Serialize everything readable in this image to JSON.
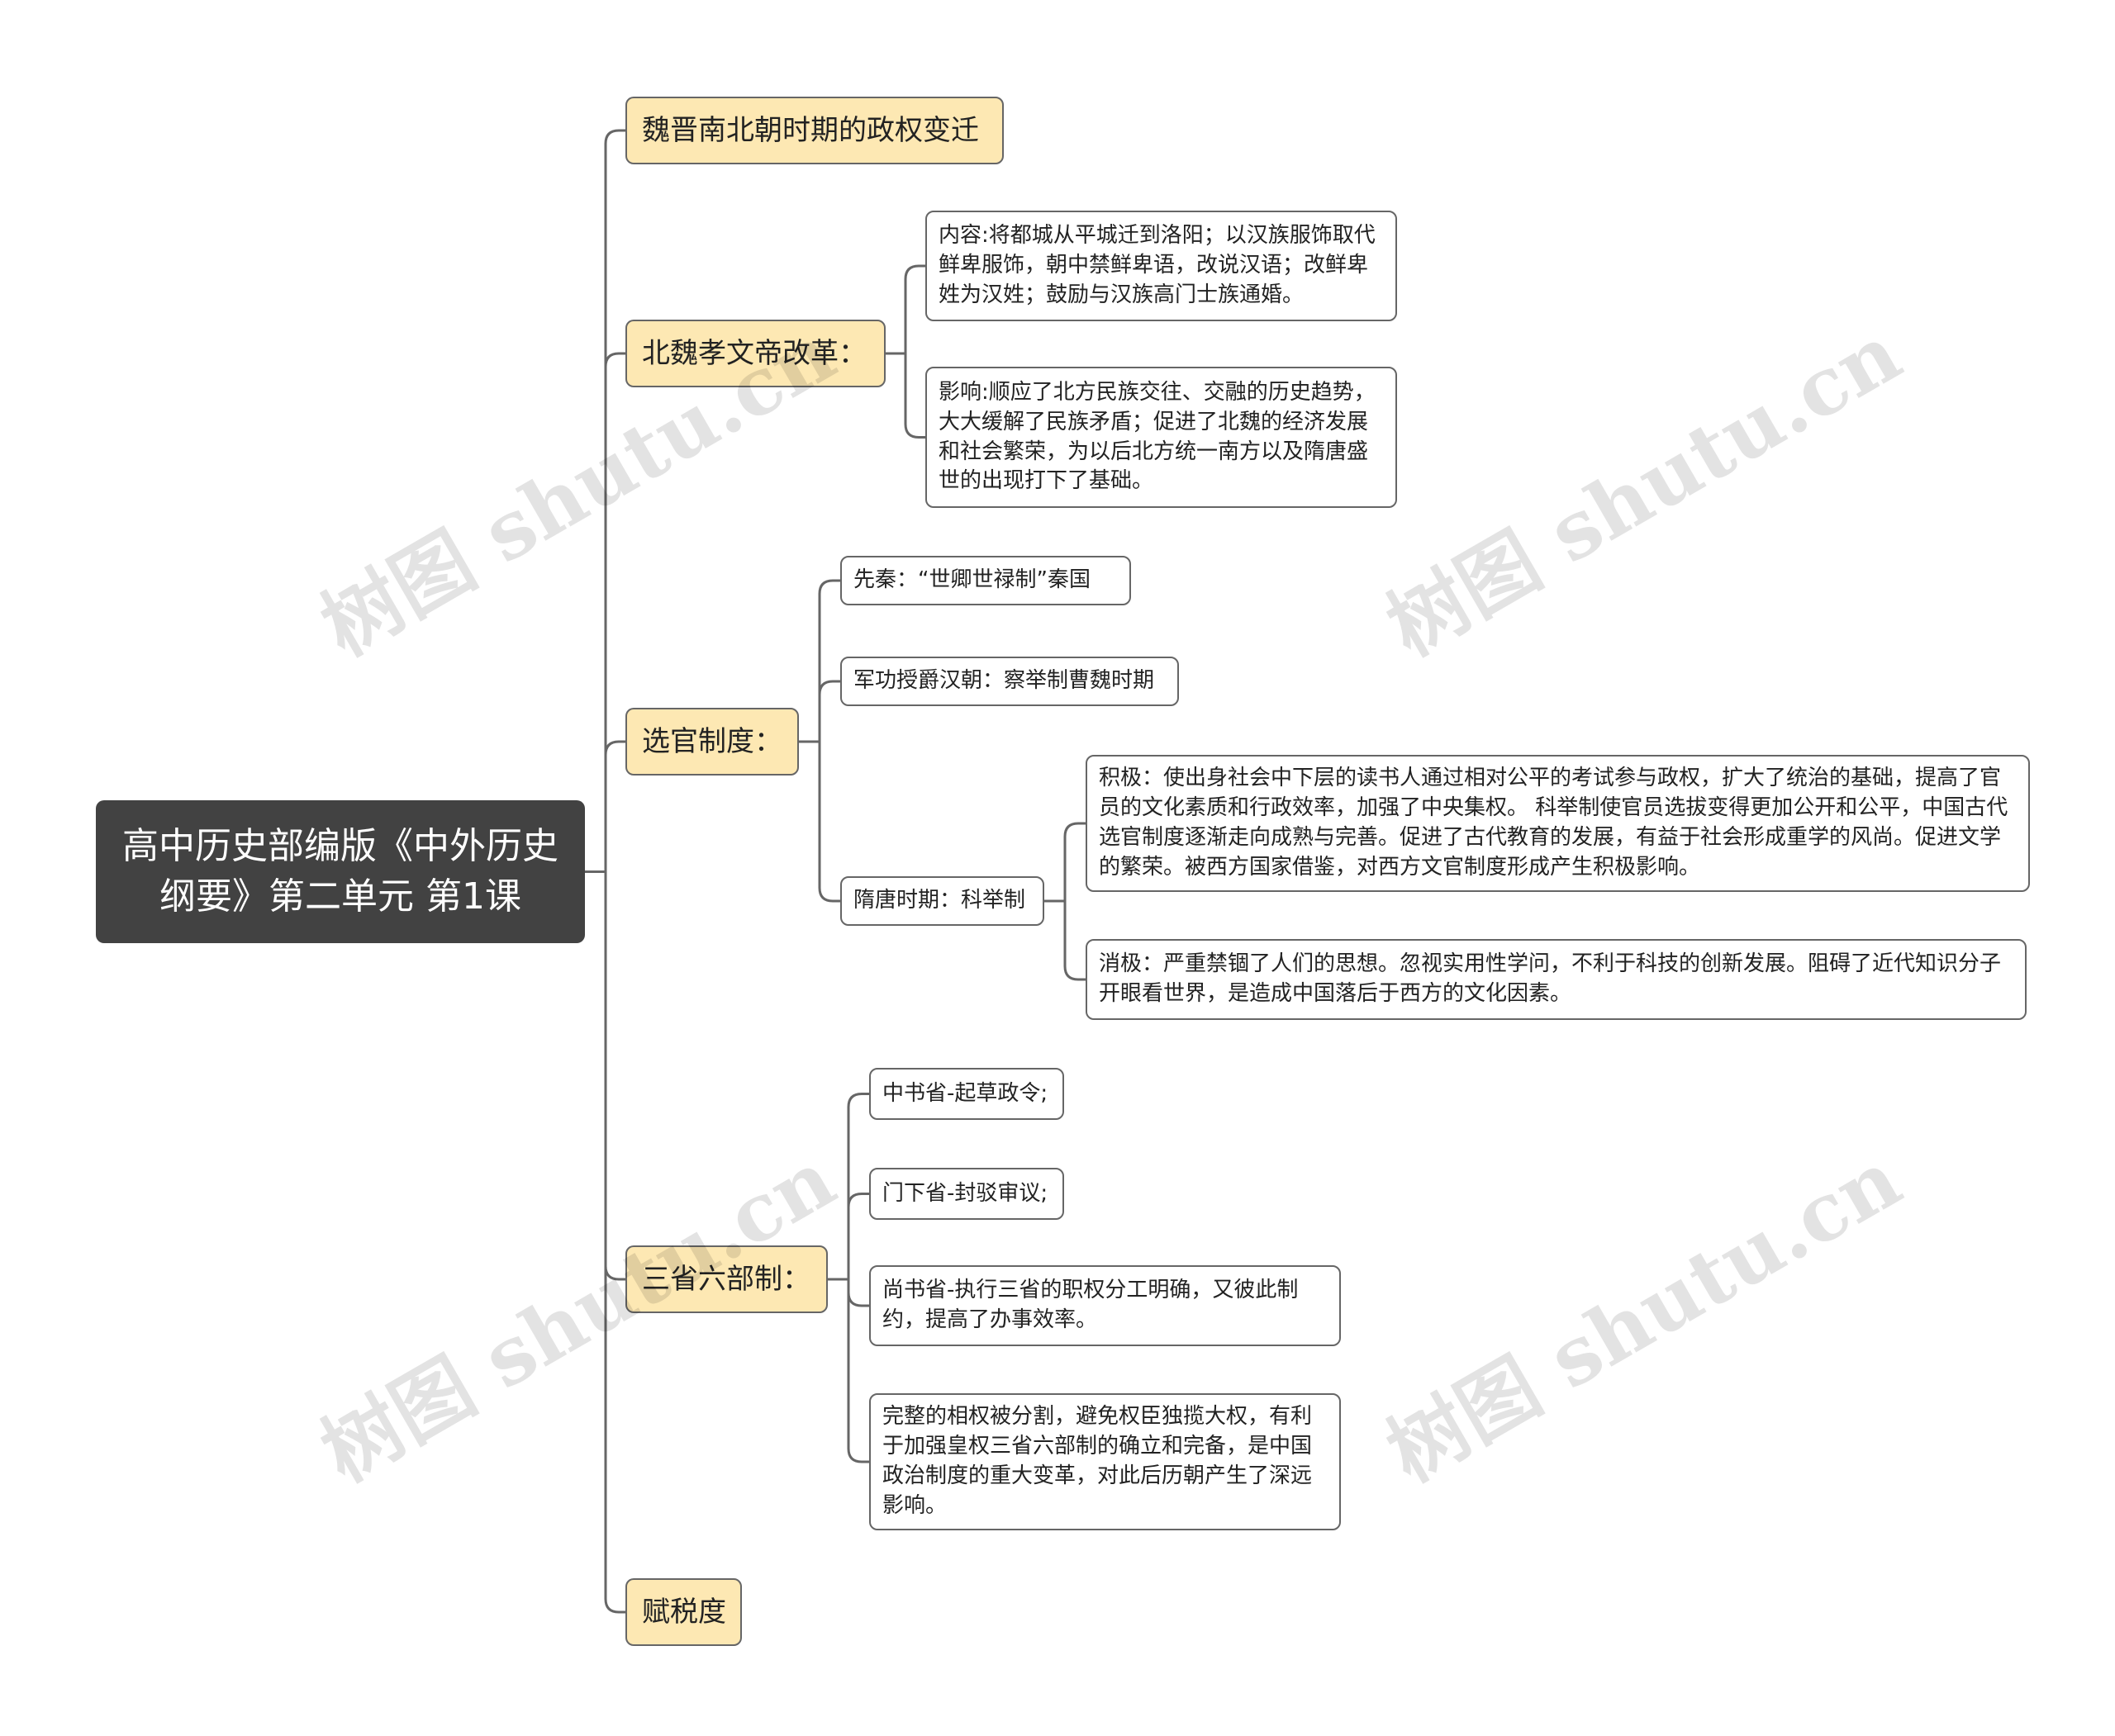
{
  "root": {
    "title": "高中历史部编版《中外历史纲要》第二单元 第1课"
  },
  "branches": {
    "b1": {
      "label": "魏晋南北朝时期的政权变迁"
    },
    "b2": {
      "label": "北魏孝文帝改革：",
      "children": [
        "内容:将都城从平城迁到洛阳；以汉族服饰取代鲜卑服饰，朝中禁鲜卑语，改说汉语；改鲜卑姓为汉姓；鼓励与汉族高门士族通婚。",
        "影响:顺应了北方民族交往、交融的历史趋势，大大缓解了民族矛盾；促进了北魏的经济发展和社会繁荣，为以后北方统一南方以及隋唐盛世的出现打下了基础。"
      ]
    },
    "b3": {
      "label": "选官制度：",
      "children": [
        "先秦：“世卿世禄制”秦国",
        "军功授爵汉朝：察举制曹魏时期",
        "隋唐时期：科举制"
      ],
      "keju": [
        "积极：使出身社会中下层的读书人通过相对公平的考试参与政权，扩大了统治的基础，提高了官员的文化素质和行政效率，加强了中央集权。 科举制使官员选拔变得更加公开和公平，中国古代选官制度逐渐走向成熟与完善。促进了古代教育的发展，有益于社会形成重学的风尚。促进文学的繁荣。被西方国家借鉴，对西方文官制度形成产生积极影响。",
        "消极：严重禁锢了人们的思想。忽视实用性学问，不利于科技的创新发展。阻碍了近代知识分子开眼看世界，是造成中国落后于西方的文化因素。"
      ]
    },
    "b4": {
      "label": "三省六部制：",
      "children": [
        "中书省-起草政令;",
        "门下省-封驳审议;",
        "尚书省-执行三省的职权分工明确，又彼此制约，提高了办事效率。",
        "完整的相权被分割，避免权臣独揽大权，有利于加强皇权三省六部制的确立和完备，是中国政治制度的重大变革，对此后历朝产生了深远影响。"
      ]
    },
    "b5": {
      "label": "赋税度"
    }
  },
  "watermark": "树图 shutu.cn",
  "colors": {
    "root_bg": "#424242",
    "branch_bg": "#fde8b3",
    "leaf_bg": "#ffffff",
    "line": "#666666"
  }
}
